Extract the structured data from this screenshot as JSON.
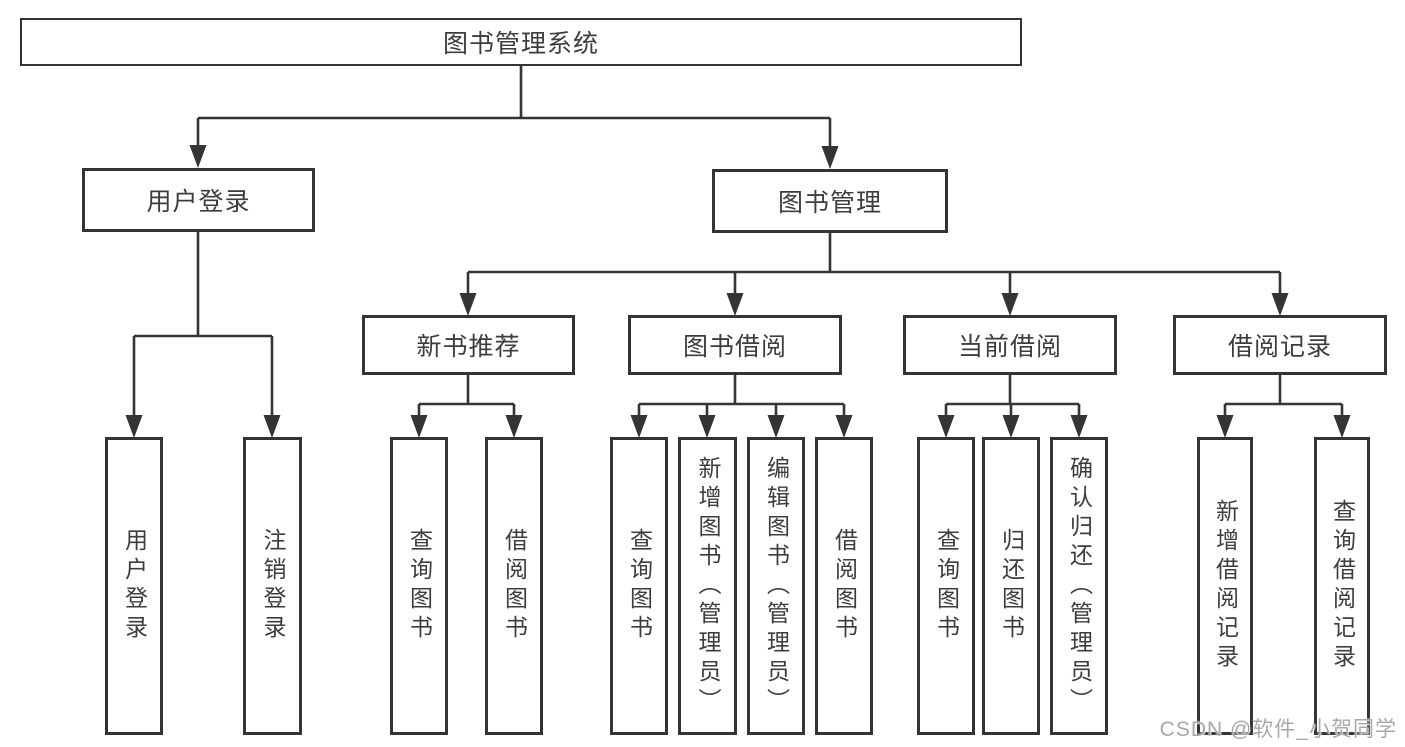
{
  "nodes": {
    "root": "图书管理系统",
    "user_login": "用户登录",
    "book_mgmt": "图书管理",
    "new_book_rec": "新书推荐",
    "book_borrow": "图书借阅",
    "current_borrow": "当前借阅",
    "borrow_record": "借阅记录",
    "ul_user_login": "用户登录",
    "ul_logout": "注销登录",
    "nbr_query_book": "查询图书",
    "nbr_borrow_book": "借阅图书",
    "bb_query_book": "查询图书",
    "bb_add_book": "新增图书（管理员）",
    "bb_edit_book": "编辑图书（管理员）",
    "bb_borrow_book": "借阅图书",
    "cb_query_book": "查询图书",
    "cb_return_book": "归还图书",
    "cb_confirm_return": "确认归还（管理员）",
    "br_add_record": "新增借阅记录",
    "br_query_record": "查询借阅记录"
  },
  "hierarchy": {
    "图书管理系统": {
      "用户登录": [
        "用户登录",
        "注销登录"
      ],
      "图书管理": {
        "新书推荐": [
          "查询图书",
          "借阅图书"
        ],
        "图书借阅": [
          "查询图书",
          "新增图书（管理员）",
          "编辑图书（管理员）",
          "借阅图书"
        ],
        "当前借阅": [
          "查询图书",
          "归还图书",
          "确认归还（管理员）"
        ],
        "借阅记录": [
          "新增借阅记录",
          "查询借阅记录"
        ]
      }
    }
  },
  "watermark": "CSDN @软件_小贺同学",
  "colors": {
    "border": "#343434",
    "line": "#343434",
    "text": "#3d3d3d",
    "background": "#ffffff",
    "watermark": "#a8a8a8"
  }
}
